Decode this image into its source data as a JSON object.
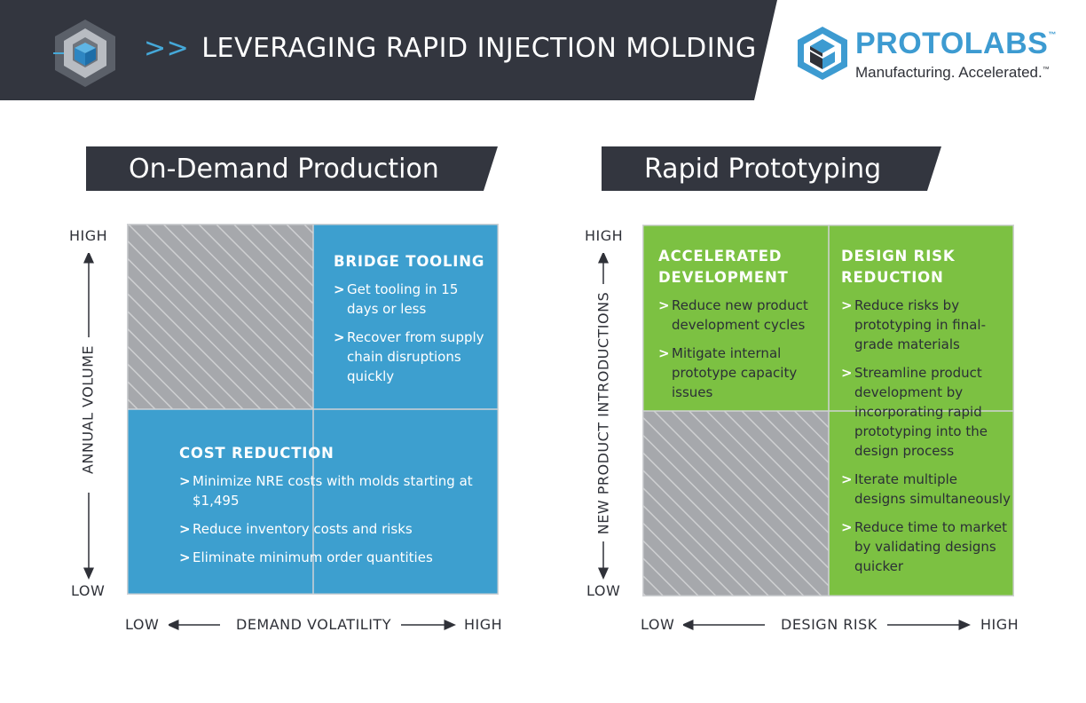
{
  "header": {
    "prefix": ">>",
    "title": "LEVERAGING RAPID INJECTION MOLDING",
    "bg_color": "#33363f",
    "accent_color": "#45a8d8"
  },
  "brand": {
    "name": "PROTOLABS",
    "tagline": "Manufacturing. Accelerated.",
    "tm": "™",
    "color": "#3d9bd1"
  },
  "panels": [
    {
      "title": "On-Demand Production",
      "y_axis": {
        "label": "ANNUAL VOLUME",
        "high": "HIGH",
        "low": "LOW"
      },
      "x_axis": {
        "label": "DEMAND VOLATILITY",
        "low": "LOW",
        "high": "HIGH"
      },
      "color": "#3d9fcf",
      "quadrants": {
        "top_right": {
          "title": "BRIDGE TOOLING",
          "items": [
            "Get tooling in 15 days or less",
            "Recover from supply chain disruptions quickly"
          ]
        },
        "bottom": {
          "title": "COST REDUCTION",
          "items": [
            "Minimize NRE costs with molds starting at $1,495",
            "Reduce inventory costs and risks",
            "Eliminate minimum order quantities"
          ]
        }
      }
    },
    {
      "title": "Rapid Prototyping",
      "y_axis": {
        "label": "NEW PRODUCT INTRODUCTIONS",
        "high": "HIGH",
        "low": "LOW"
      },
      "x_axis": {
        "label": "DESIGN RISK",
        "low": "LOW",
        "high": "HIGH"
      },
      "color": "#7cc142",
      "quadrants": {
        "top_left": {
          "title": "ACCELERATED DEVELOPMENT",
          "items": [
            "Reduce new product development cycles",
            "Mitigate internal prototype capacity issues"
          ]
        },
        "right": {
          "title": "DESIGN RISK REDUCTION",
          "items": [
            "Reduce risks by prototyping in final-grade materials",
            "Streamline product development by incorporating rapid prototyping into the design process",
            "Iterate multiple designs simultaneously",
            "Reduce time to market by validating designs quicker"
          ]
        }
      }
    }
  ],
  "list_marker": ">"
}
